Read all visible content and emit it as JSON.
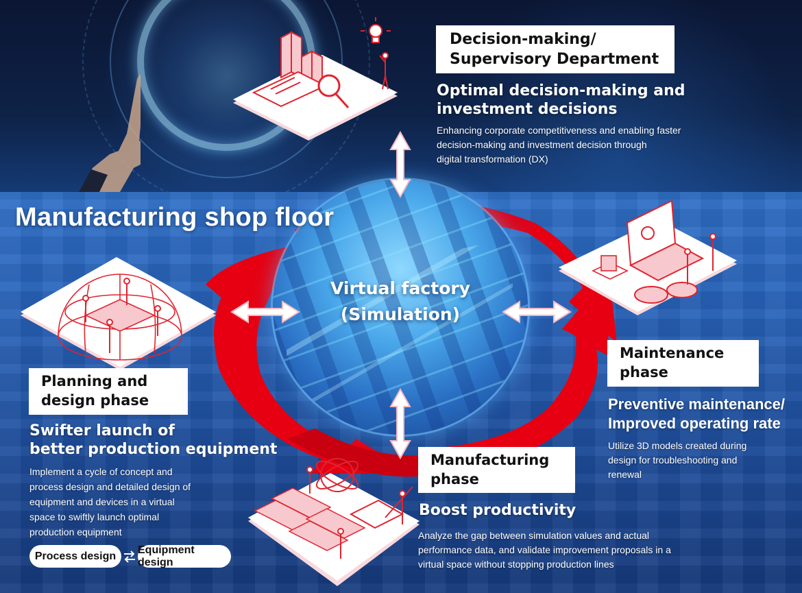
{
  "diagram": {
    "title": "Manufacturing shop floor",
    "center": {
      "line1": "Virtual factory",
      "line2": "(Simulation)"
    },
    "decision": {
      "label_line1": "Decision-making/",
      "label_line2": "Supervisory Department",
      "heading_line1": "Optimal decision-making and",
      "heading_line2": "investment decisions",
      "body_line1": "Enhancing corporate competitiveness and enabling faster",
      "body_line2": "decision-making and investment decision through",
      "body_line3": "digital transformation (DX)",
      "illustration": "bar-chart-magnifier-lightbulb-person"
    },
    "planning": {
      "label_line1": "Planning and",
      "label_line2": "design phase",
      "heading_line1": "Swifter launch of",
      "heading_line2": "better production equipment",
      "body_line1": "Implement a cycle of concept and",
      "body_line2": "process design and detailed design of",
      "body_line3": "equipment and devices in a virtual",
      "body_line4": "space to swiftly launch optimal",
      "body_line5": "production equipment",
      "illustration": "dome-puzzle-team",
      "pills": {
        "left": "Process design",
        "right": "Equipment design",
        "connector_icon": "swap-arrows-icon"
      }
    },
    "manufacturing": {
      "label_line1": "Manufacturing",
      "label_line2": "phase",
      "heading": "Boost productivity",
      "body_line1": "Analyze the gap between simulation values and actual",
      "body_line2": "performance data, and validate improvement proposals in a",
      "body_line3": "virtual space without stopping production lines",
      "illustration": "conveyors-atom-document-workers"
    },
    "maintenance": {
      "label_line1": "Maintenance",
      "label_line2": "phase",
      "heading_line1": "Preventive maintenance/",
      "heading_line2": "Improved operating rate",
      "body_line1": "Utilize 3D models created during",
      "body_line2": "design for troubleshooting and",
      "body_line3": "renewal",
      "illustration": "laptop-cube-gears-people"
    },
    "colors": {
      "cycle_red": "#e60012",
      "floor_blue": "#2660b6",
      "top_navy": "#0b1633",
      "illustration_red": "#e0242f",
      "platform_pink": "#f8d8dc",
      "label_bg": "#ffffff",
      "arrow_fill": "#ffffff",
      "arrow_outline": "#f5b8c0"
    }
  }
}
